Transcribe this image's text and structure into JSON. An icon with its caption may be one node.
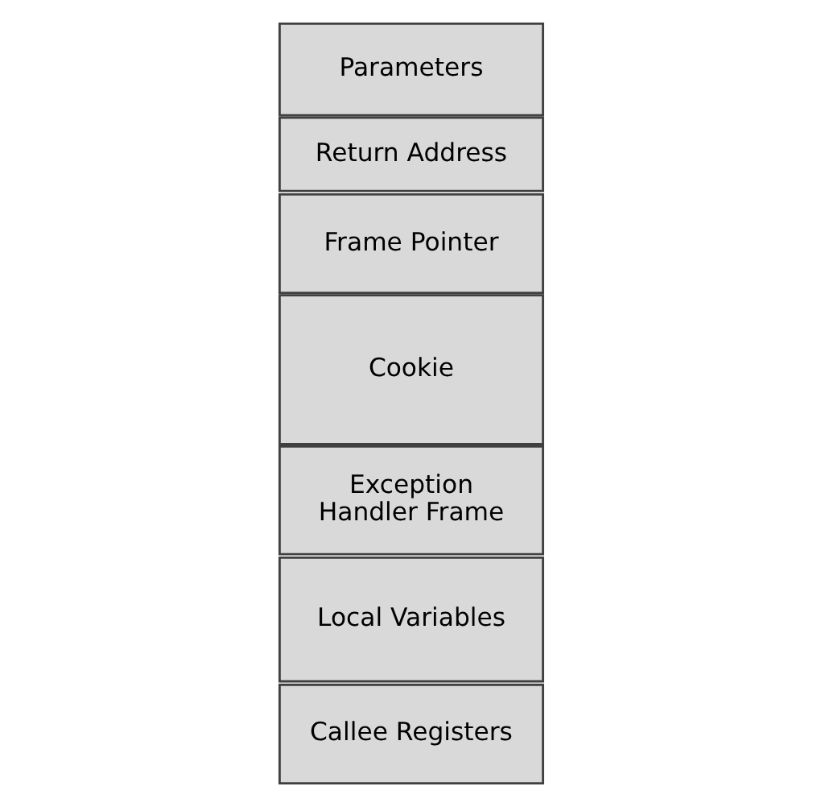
{
  "diagram": {
    "nodes": [
      {
        "text": [
          "Parameters"
        ]
      },
      {
        "text": [
          "Return Address"
        ]
      },
      {
        "text": [
          "Frame Pointer"
        ]
      },
      {
        "text": [
          "Cookie"
        ]
      },
      {
        "text": [
          "Exception Handler Frame"
        ]
      },
      {
        "text": [
          "Local Variables"
        ]
      },
      {
        "text": [
          "Callee Registers"
        ]
      }
    ]
  }
}
